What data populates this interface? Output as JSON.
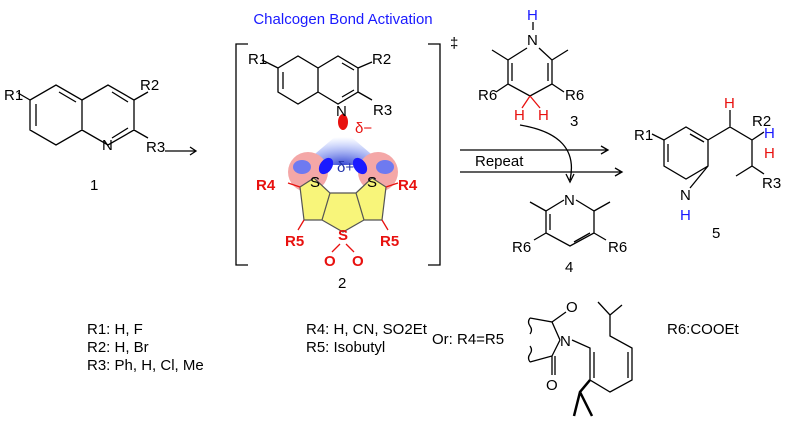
{
  "title": "Chalcogen Bond Activation",
  "compound1": {
    "number": "1",
    "r1": "R1",
    "r2": "R2",
    "r3": "R3",
    "n": "N"
  },
  "complex2": {
    "number": "2",
    "dagger": "‡",
    "r1": "R1",
    "r2": "R2",
    "r3": "R3",
    "n": "N",
    "delta_minus": "δ−",
    "delta_plus": "δ+",
    "s": "S",
    "r4": "R4",
    "r5": "R5",
    "o": "O"
  },
  "compound3": {
    "number": "3",
    "h": "H",
    "n": "N",
    "r6": "R6"
  },
  "compound4": {
    "number": "4",
    "n": "N",
    "r6": "R6"
  },
  "product5": {
    "number": "5",
    "r1": "R1",
    "r2": "R2",
    "r3": "R3",
    "n": "N",
    "h": "H"
  },
  "arrow_label": "Repeat",
  "legend": {
    "r1": "R1: H, F",
    "r2": "R2: H, Br",
    "r3": "R3: Ph, H, Cl, Me",
    "r4": "R4: H, CN, SO2Et",
    "r5": "R5: Isobutyl",
    "or": "Or: R4=R5",
    "r6": "R6:COOEt",
    "imide_o": "O",
    "imide_n": "N"
  },
  "colors": {
    "title": "#1a1aff",
    "red": "#e8110f",
    "blue_h": "#1a1aff",
    "thiophene": "#f8f57a"
  }
}
